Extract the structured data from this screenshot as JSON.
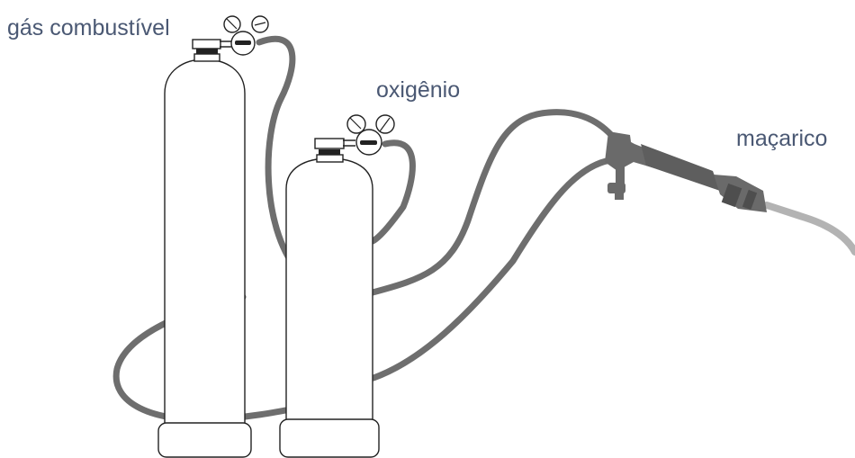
{
  "labels": {
    "fuel_gas": "gás combustível",
    "oxygen": "oxigênio",
    "torch": "maçarico"
  },
  "colors": {
    "label_text": "#4a5873",
    "hose": "#6e6e6e",
    "torch_body": "#6a6a6a",
    "torch_tip": "#b3b3b3",
    "outline": "#222222"
  }
}
